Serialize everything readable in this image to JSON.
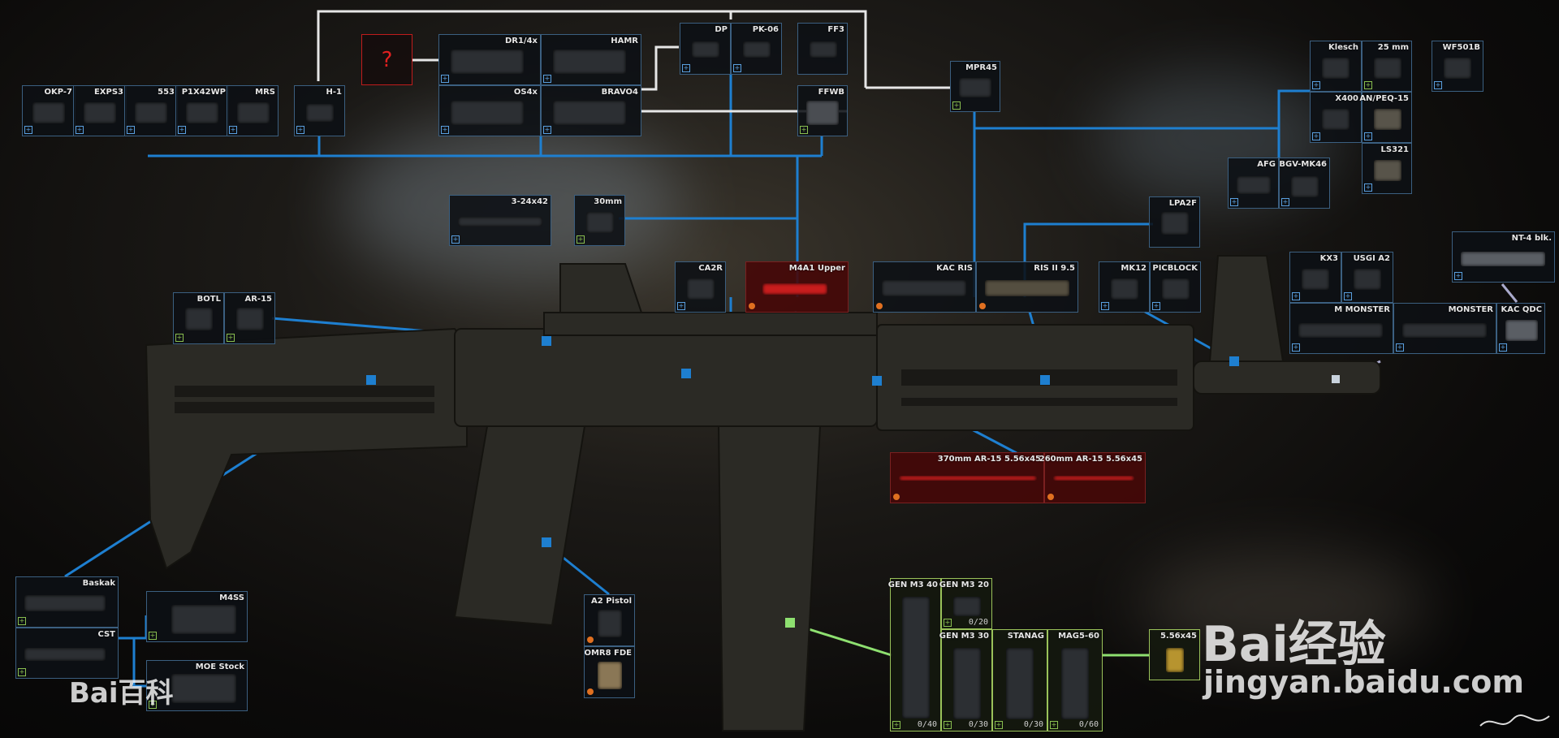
{
  "colors": {
    "link": "#1e7fd0",
    "white_link": "#e6e6e6",
    "ammo_link": "#8ee070",
    "red_item": "#c81d1d",
    "mod_dot": "#e07020"
  },
  "sights_row": [
    "OKP-7",
    "EXPS3",
    "553",
    "P1X42WP",
    "MRS"
  ],
  "h1": "H-1",
  "unknown_mount": "?",
  "scopes": [
    "DR1/4x",
    "HAMR",
    "OS4x",
    "BRAVO4"
  ],
  "dp_group": [
    "DP",
    "PK-06"
  ],
  "ff3": "FF3",
  "ffwb": "FFWB",
  "mpr45": "MPR45",
  "tac_top": [
    "Klesch",
    "25 mm"
  ],
  "wf501b": "WF501B",
  "tac_mid": [
    "X400",
    "AN/PEQ-15"
  ],
  "ls321": "LS321",
  "grips": [
    "AFG",
    "BGV-MK46"
  ],
  "long_scope": [
    "3-24x42",
    "30mm"
  ],
  "lpa2f": "LPA2F",
  "nt4": "NT-4 blk.",
  "ca2r": "CA2R",
  "upper": "M4A1 Upper",
  "handguards": [
    "KAC RIS",
    "RIS II 9.5"
  ],
  "sights_front": [
    "MK12",
    "PICBLOCK"
  ],
  "muzzles_top": [
    "KX3",
    "USGI A2"
  ],
  "muzzles_bot": [
    "M MONSTER",
    "MONSTER",
    "KAC QDC"
  ],
  "botl_group": [
    "BOTL",
    "AR-15"
  ],
  "barrels": [
    "370mm AR-15 5.56x45",
    "260mm AR-15 5.56x45"
  ],
  "pistol_grips": [
    "A2 Pistol",
    "OMR8 FDE"
  ],
  "mags": [
    "GEN M3 40",
    "GEN M3 20",
    "GEN M3 30",
    "STANAG",
    "MAG5-60"
  ],
  "mag_counts": [
    "0/40",
    "0/20",
    "0/30",
    "0/30",
    "0/60"
  ],
  "ammo": "5.56x45",
  "stocks": [
    "Baskak",
    "CST"
  ],
  "stocks2": [
    "M4SS",
    "MOE Stock"
  ],
  "watermark_top": "Bai经验",
  "watermark_url": "jingyan.baidu.com",
  "watermark_bottom": "Bai百科",
  "signature": "signature",
  "icons": [
    "plus-icon",
    "mod-dot-icon",
    "question-icon"
  ]
}
